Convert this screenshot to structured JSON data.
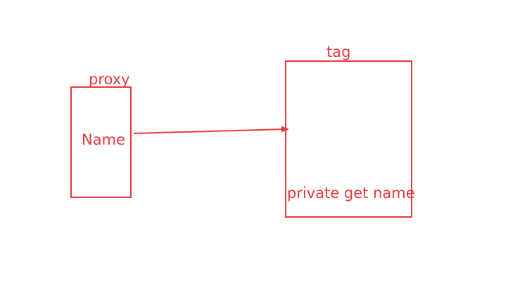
{
  "diagram": {
    "proxy_box": {
      "title": "proxy",
      "field": "Name"
    },
    "tag_box": {
      "title": "tag",
      "method": "private get name"
    },
    "connector": {
      "from": "proxy_box.field",
      "to": "tag_box",
      "style": "arrow"
    },
    "colors": {
      "stroke": "#e8393a",
      "background": "#ffffff"
    }
  }
}
